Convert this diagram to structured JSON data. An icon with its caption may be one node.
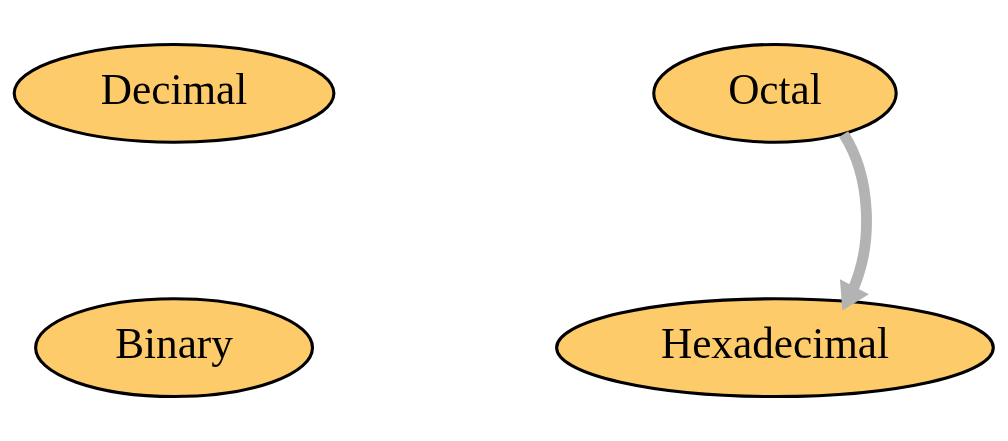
{
  "diagram": {
    "nodes": [
      {
        "text": [
          "Decimal"
        ]
      },
      {
        "text": [
          "Octal"
        ]
      },
      {
        "text": [
          "Binary"
        ]
      },
      {
        "text": [
          "Hexadecimal"
        ]
      }
    ],
    "edges": [
      {
        "from": 1,
        "to": 3,
        "arrow": "to",
        "color": "#b3b3b3"
      }
    ]
  }
}
